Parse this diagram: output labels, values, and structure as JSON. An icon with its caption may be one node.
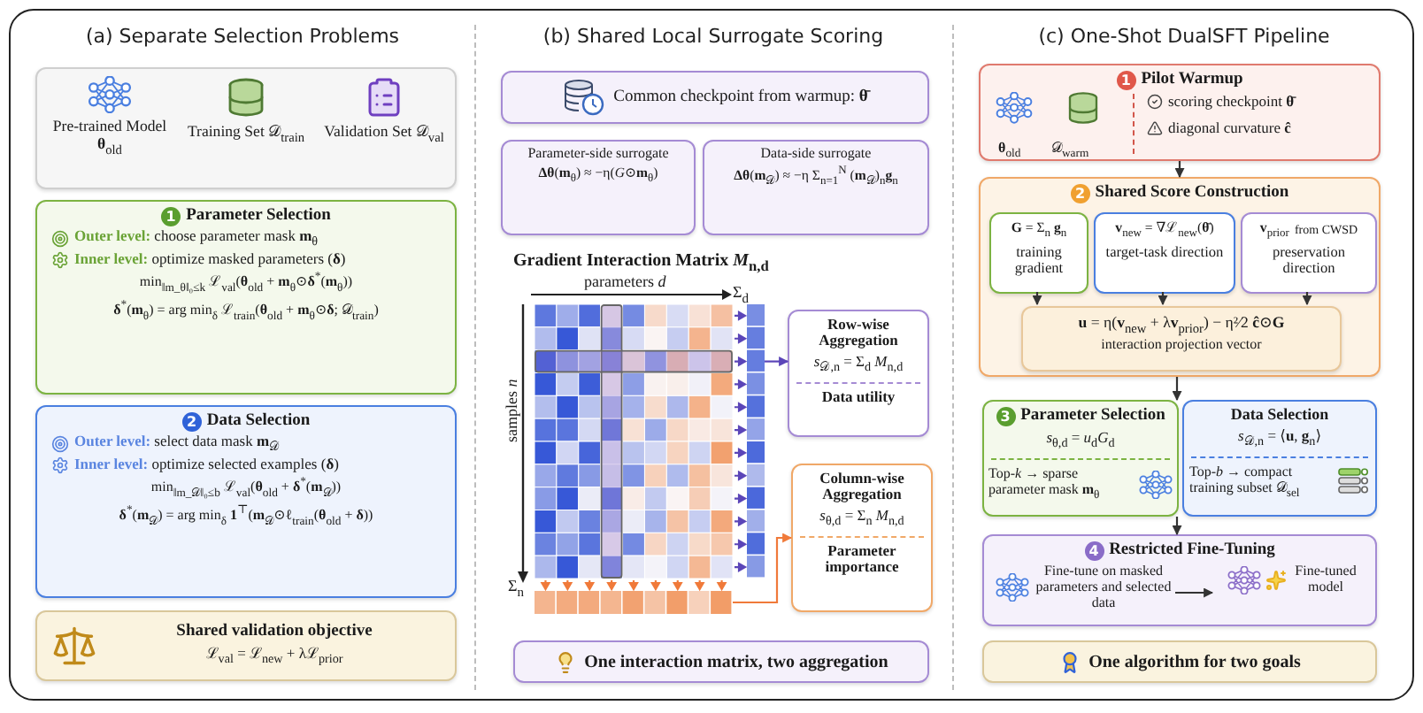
{
  "diagram": {
    "nodes": [
      {
        "text": [
          "(a) Separate Selection Problems"
        ]
      },
      {
        "text": [],
        "shape": "box",
        "in": 0
      },
      {
        "text": [
          "Pre-trained Model **θ**$_{old}$"
        ],
        "in": 1
      },
      {
        "text": [
          "Training Set 𝒟$_{train}$"
        ],
        "in": 1
      },
      {
        "text": [
          "Validation Set 𝒟$_{val}$"
        ],
        "in": 1
      },
      {
        "text": [
          "1",
          "Parameter Selection",
          "**Outer level:** choose parameter mask **m**$_{θ}$",
          "**Inner level:** optimize masked parameters (**δ**)",
          "min$_{‖m_θ‖₀≤k}$ ℒ$_{val}$(**θ**$_{old}$ + **m**$_{θ}$⊙**δ**$^{*}$(**m**$_{θ}$))",
          "**δ**$^{*}$(**m**$_{θ}$) = arg min$_{δ}$ ℒ$_{train}$(**θ**$_{old}$ + **m**$_{θ}$⊙**δ**; 𝒟$_{train}$)"
        ],
        "in": 0
      },
      {
        "text": [
          "2",
          "Data Selection",
          "**Outer level:** select data mask **m**$_{𝒟}$",
          "**Inner level:** optimize selected examples (**δ**)",
          "min$_{‖m_𝒟‖₀≤b}$ ℒ$_{val}$(**θ**$_{old}$ + **δ**$^{*}$(**m**$_{𝒟}$))",
          "**δ**$^{*}$(**m**$_{𝒟}$) = arg min$_{δ}$ **1**$^{⊤}$(**m**$_{𝒟}$⊙ℓ$_{train}$(**θ**$_{old}$ + **δ**))"
        ],
        "in": 0
      },
      {
        "text": [
          "Shared validation objective",
          "ℒ$_{val}$ = ℒ$_{new}$ + λℒ$_{prior}$"
        ],
        "in": 0
      },
      {
        "text": [
          "(b) Shared Local Surrogate Scoring"
        ]
      },
      {
        "text": [
          "Common checkpoint from warmup: **θ̄**"
        ],
        "in": 8
      },
      {
        "text": [
          "Parameter-side surrogate",
          "**Δθ**(**m**$_{θ}$) ≈ −η(*G*⊙**m**$_{θ}$)"
        ],
        "in": 8
      },
      {
        "text": [
          "Data-side surrogate",
          "**Δθ**(**m**$_{𝒟}$) ≈ −η Σ$_{n=1}$$^{N}$ (**m**$_{𝒟}$)$_{n}$**g**$_{n}$"
        ],
        "in": 8
      },
      {
        "text": [],
        "shape": "picture",
        "in": 8
      },
      {
        "text": [],
        "shape": "bar",
        "in": 8
      },
      {
        "text": [],
        "shape": "bar",
        "in": 8
      },
      {
        "text": [
          "Row-wise Aggregation",
          "*s*$_{𝒟,n}$ = Σ$_{d}$ *M*$_{n,d}$",
          "Data utility"
        ],
        "in": 8
      },
      {
        "text": [
          "Column-wise Aggregation",
          "*s*$_{θ,d}$ = Σ$_{n}$ *M*$_{n,d}$",
          "Parameter importance"
        ],
        "in": 8
      },
      {
        "text": [
          "One interaction matrix, two aggregation"
        ],
        "in": 8
      },
      {
        "text": [
          "(c) One-Shot DualSFT Pipeline"
        ]
      },
      {
        "text": [
          "1",
          "Pilot Warmup",
          "**θ**$_{old}$",
          "𝒟$_{warm}$",
          "scoring checkpoint **θ̄**",
          "diagonal curvature **ĉ**"
        ],
        "in": 18
      },
      {
        "text": [
          "2",
          "Shared Score Construction"
        ],
        "in": 18
      },
      {
        "text": [
          "**G** = Σ$_{n}$ **g**$_{n}$",
          "training gradient"
        ],
        "in": 20
      },
      {
        "text": [
          "**v**$_{new}$ = ∇ℒ$_{new}$(**θ̄**)",
          "target-task direction"
        ],
        "in": 20
      },
      {
        "text": [
          "**v**$_{prior}$",
          "from CWSD",
          "preservation direction"
        ],
        "in": 20
      },
      {
        "text": [
          "**u** = η(**v**$_{new}$ + λ**v**$_{prior}$) − η²⁄2 **ĉ**⊙**G**",
          "interaction projection vector"
        ],
        "in": 20
      },
      {
        "text": [
          "3",
          "Parameter Selection",
          "*s*$_{θ,d}$ = *u*$_{d}$*G*$_{d}$",
          "Top-*k* → sparse parameter mask **m**$_{θ}$"
        ],
        "in": 18
      },
      {
        "text": [
          "Data Selection",
          "*s*$_{𝒟,n}$ = ⟨**u**, **g**$_{n}$⟩",
          "Top-*b* → compact training subset 𝒟$_{sel}$"
        ],
        "in": 18
      },
      {
        "text": [
          "4",
          "Restricted Fine-Tuning"
        ],
        "in": 18
      },
      {
        "text": [
          "Fine-tune on masked parameters and selected data"
        ],
        "in": 27
      },
      {
        "text": [
          "Fine-tuned model"
        ],
        "in": 27
      },
      {
        "text": [
          "One algorithm for two goals"
        ],
        "in": 18
      }
    ],
    "edges": [
      {
        "from": 12,
        "to": 13,
        "arrow": "to",
        "color": "#5b45b8"
      },
      {
        "from": 12,
        "to": 14,
        "arrow": "to",
        "color": "#f07a3a"
      },
      {
        "from": 13,
        "to": 15,
        "arrow": "to",
        "color": "#5b45b8"
      },
      {
        "from": 14,
        "to": 16,
        "arrow": "to",
        "color": "#f07a3a"
      },
      {
        "from": 19,
        "to": 20,
        "arrow": "to"
      },
      {
        "from": 21,
        "to": 24,
        "arrow": "to"
      },
      {
        "from": 22,
        "to": 24,
        "arrow": "to"
      },
      {
        "from": 23,
        "to": 24,
        "arrow": "to"
      },
      {
        "from": 20,
        "to": 25,
        "arrow": "to"
      },
      {
        "from": 25,
        "to": 27,
        "arrow": "to"
      },
      {
        "from": 28,
        "to": 29,
        "arrow": "to"
      }
    ],
    "labels": [
      "Gradient Interaction Matrix *M*$_{n,d}$",
      "parameters *d*",
      "Σ$_{d}$",
      "samples *n*",
      "Σ$_{n}$"
    ]
  }
}
